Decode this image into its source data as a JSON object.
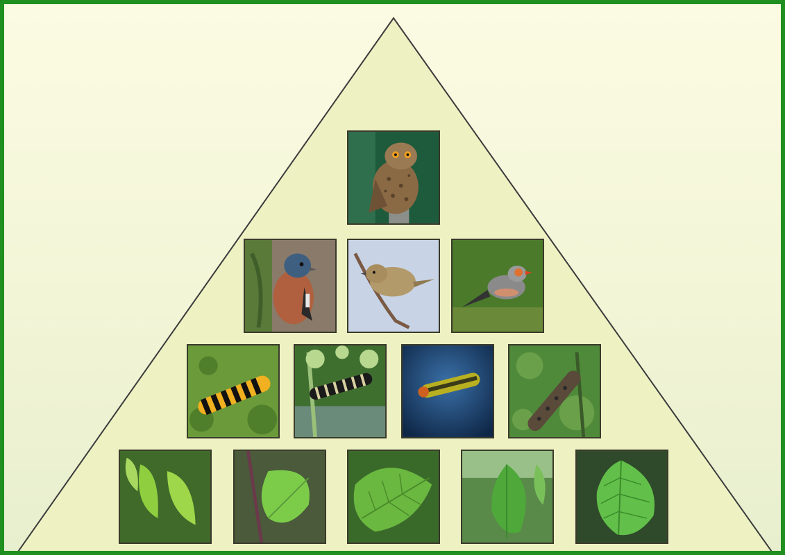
{
  "colors": {
    "frame_border": "#1f8f1f",
    "pyramid_fill": "#eef2c3",
    "pyramid_stroke": "#3b3b3b"
  },
  "levels": [
    {
      "id": "apex-predator",
      "tiles": [
        {
          "icon": "owl-icon"
        }
      ]
    },
    {
      "id": "birds",
      "tiles": [
        {
          "icon": "chaffinch-icon"
        },
        {
          "icon": "warbler-icon"
        },
        {
          "icon": "finch-icon"
        }
      ]
    },
    {
      "id": "caterpillars",
      "tiles": [
        {
          "icon": "striped-caterpillar-icon"
        },
        {
          "icon": "swallowtail-caterpillar-icon"
        },
        {
          "icon": "hairy-caterpillar-icon"
        },
        {
          "icon": "brown-caterpillar-icon"
        }
      ]
    },
    {
      "id": "leaves",
      "tiles": [
        {
          "icon": "birch-leaf-icon"
        },
        {
          "icon": "leaf-icon"
        },
        {
          "icon": "elm-leaf-icon"
        },
        {
          "icon": "leaf-icon"
        },
        {
          "icon": "elm-leaf-icon"
        }
      ]
    }
  ]
}
